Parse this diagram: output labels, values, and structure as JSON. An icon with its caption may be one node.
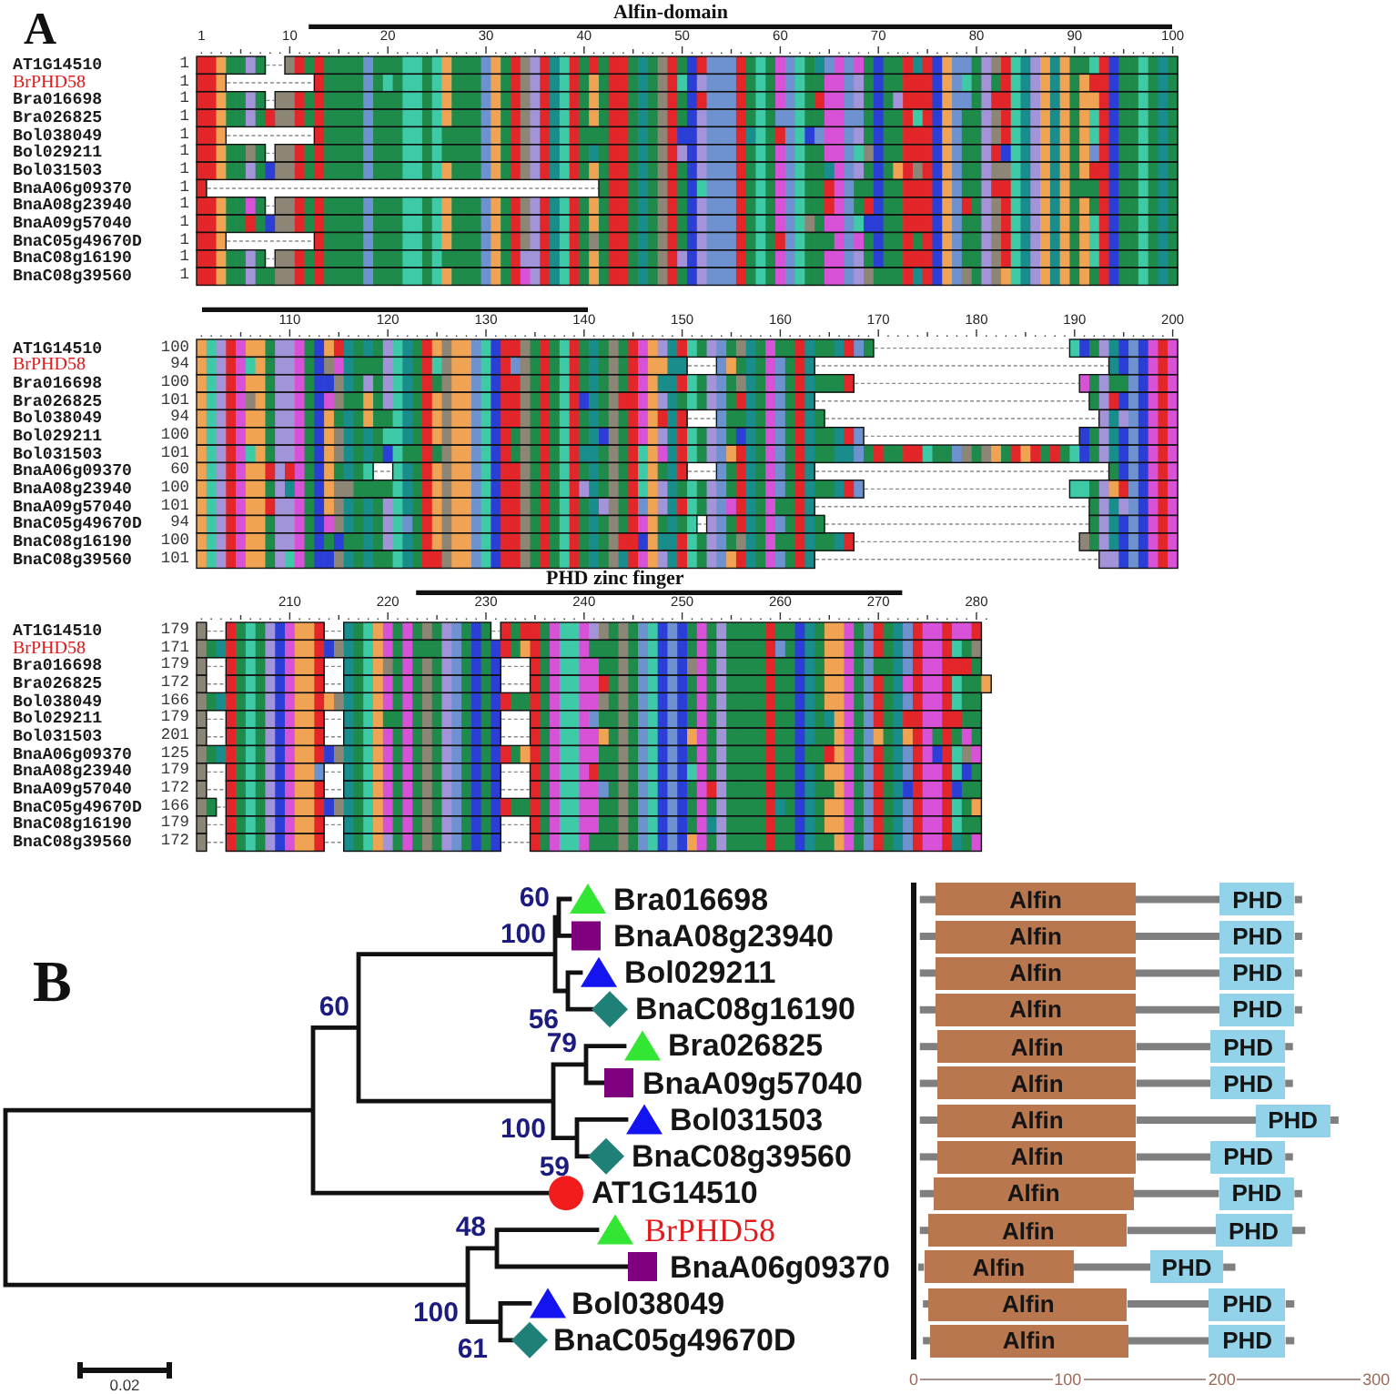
{
  "diagram": {
    "nodes": [
      {
        "text": [
          "Alfin"
        ]
      },
      {
        "text": [
          "PHD"
        ]
      },
      {
        "text": [
          "Alfin"
        ]
      },
      {
        "text": [
          "PHD"
        ]
      },
      {
        "text": [
          "Alfin"
        ]
      },
      {
        "text": [
          "PHD"
        ]
      },
      {
        "text": [
          "Alfin"
        ]
      },
      {
        "text": [
          "PHD"
        ]
      },
      {
        "text": [
          "Alfin"
        ]
      },
      {
        "text": [
          "PHD"
        ]
      },
      {
        "text": [
          "Alfin"
        ]
      },
      {
        "text": [
          "PHD"
        ]
      },
      {
        "text": [
          "Alfin"
        ]
      },
      {
        "text": [
          "PHD"
        ]
      },
      {
        "text": [
          "Alfin"
        ]
      },
      {
        "text": [
          "PHD"
        ]
      },
      {
        "text": [
          "Alfin"
        ]
      },
      {
        "text": [
          "PHD"
        ]
      },
      {
        "text": [
          "Alfin"
        ]
      },
      {
        "text": [
          "PHD"
        ]
      },
      {
        "text": [
          "Alfin"
        ]
      },
      {
        "text": [
          "PHD"
        ]
      },
      {
        "text": [
          "Alfin"
        ]
      },
      {
        "text": [
          "PHD"
        ]
      },
      {
        "text": [
          "Alfin"
        ]
      },
      {
        "text": [
          "PHD"
        ]
      }
    ],
    "edges": [
      {
        "from": 0,
        "to": 1,
        "arrow": "none"
      },
      {
        "from": 2,
        "to": 3,
        "arrow": "none"
      },
      {
        "from": 4,
        "to": 5,
        "arrow": "none"
      },
      {
        "from": 6,
        "to": 7,
        "arrow": "none"
      },
      {
        "from": 8,
        "to": 9,
        "arrow": "none"
      },
      {
        "from": 10,
        "to": 11,
        "arrow": "none"
      },
      {
        "from": 12,
        "to": 13,
        "arrow": "none"
      },
      {
        "from": 14,
        "to": 15,
        "arrow": "none"
      },
      {
        "from": 16,
        "to": 17,
        "arrow": "none"
      },
      {
        "from": 18,
        "to": 19,
        "arrow": "none"
      },
      {
        "from": 20,
        "to": 21,
        "arrow": "none"
      },
      {
        "from": 22,
        "to": 23,
        "arrow": "none"
      },
      {
        "from": 24,
        "to": 25,
        "arrow": "none"
      }
    ],
    "labels": [
      "A",
      "Alfin-domain",
      "1",
      "10",
      "20",
      "30",
      "40",
      "50",
      "60",
      "70",
      "80",
      "90",
      "100",
      "AT1G14510",
      "1",
      "BrPHD58",
      "1",
      "Bra016698",
      "1",
      "Bra026825",
      "1",
      "Bol038049",
      "1",
      "Bol029211",
      "1",
      "Bol031503",
      "1",
      "BnaA06g09370",
      "1",
      "BnaA08g23940",
      "1",
      "BnaA09g57040",
      "1",
      "BnaC05g49670D",
      "1",
      "BnaC08g16190",
      "1",
      "BnaC08g39560",
      "1",
      "110",
      "120",
      "130",
      "140",
      "150",
      "160",
      "170",
      "180",
      "190",
      "200",
      "AT1G14510",
      "100",
      "BrPHD58",
      "94",
      "Bra016698",
      "100",
      "Bra026825",
      "101",
      "Bol038049",
      "94",
      "Bol029211",
      "100",
      "Bol031503",
      "101",
      "BnaA06g09370",
      "60",
      "BnaA08g23940",
      "100",
      "BnaA09g57040",
      "101",
      "BnaC05g49670D",
      "94",
      "BnaC08g16190",
      "100",
      "BnaC08g39560",
      "101",
      "PHD zinc finger",
      "210",
      "220",
      "230",
      "240",
      "250",
      "260",
      "270",
      "280",
      "AT1G14510",
      "179",
      "BrPHD58",
      "171",
      "Bra016698",
      "179",
      "Bra026825",
      "172",
      "Bol038049",
      "166",
      "Bol029211",
      "179",
      "Bol031503",
      "201",
      "BnaA06g09370",
      "125",
      "BnaA08g23940",
      "179",
      "BnaA09g57040",
      "172",
      "BnaC05g49670D",
      "166",
      "BnaC08g16190",
      "179",
      "BnaC08g39560",
      "172",
      "B",
      "60",
      "Bra016698",
      "100",
      "BnaA08g23940",
      "Bol029211",
      "60",
      "56",
      "BnaC08g16190",
      "79",
      "Bra026825",
      "BnaA09g57040",
      "100",
      "Bol031503",
      "59",
      "BnaC08g39560",
      "AT1G14510",
      "48",
      "BrPHD58",
      "BnaA06g09370",
      "100",
      "Bol038049",
      "61",
      "BnaC05g49670D",
      "0.02",
      "0",
      "100",
      "200",
      "300"
    ]
  }
}
